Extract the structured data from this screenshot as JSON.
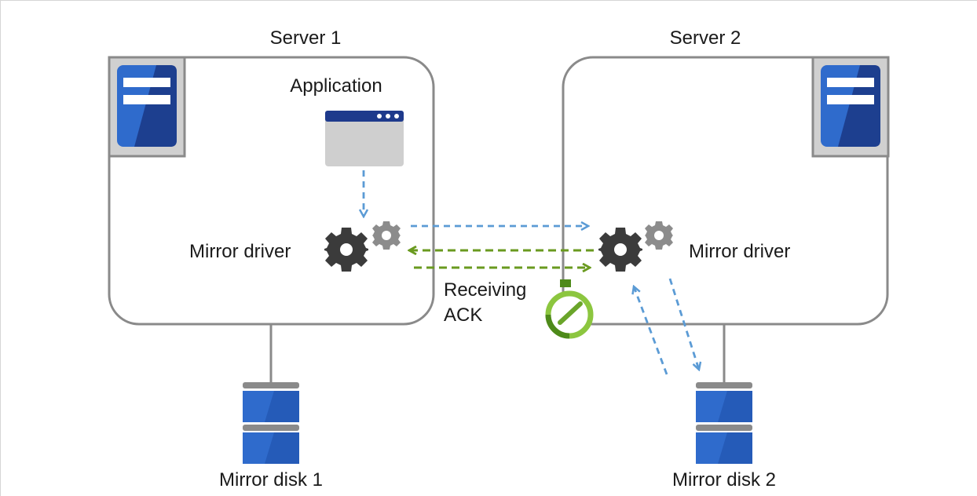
{
  "labels": {
    "server1": "Server 1",
    "server2": "Server 2",
    "application": "Application",
    "mirror_driver_1": "Mirror driver",
    "mirror_driver_2": "Mirror driver",
    "receiving_ack_line1": "Receiving",
    "receiving_ack_line2": "ACK",
    "mirror_disk_1": "Mirror disk 1",
    "mirror_disk_2": "Mirror disk 2"
  },
  "colors": {
    "server_box_border": "#8a8a8a",
    "server_icon_blue": "#2f6bcc",
    "server_icon_dark": "#1d3f8f",
    "server_icon_frame": "#d0d0d0",
    "app_titlebar": "#1e3a8c",
    "app_body": "#cfcfcf",
    "gear_dark": "#3b3b3b",
    "gear_light": "#8c8c8c",
    "arrow_blue": "#5b9bd5",
    "arrow_green": "#6a9a1f",
    "timer_green": "#8cc63f",
    "timer_dark_green": "#4e8a1a",
    "disk_blue": "#2f6bcc",
    "disk_gray": "#8a8a8a"
  },
  "icons": {
    "server1_icon": "server-icon",
    "server2_icon": "server-icon",
    "application_icon": "application-window-icon",
    "driver1_icon": "gears-icon",
    "driver2_icon": "gears-icon",
    "timer_icon": "stopwatch-icon",
    "disk1_icon": "disk-icon",
    "disk2_icon": "disk-icon"
  }
}
